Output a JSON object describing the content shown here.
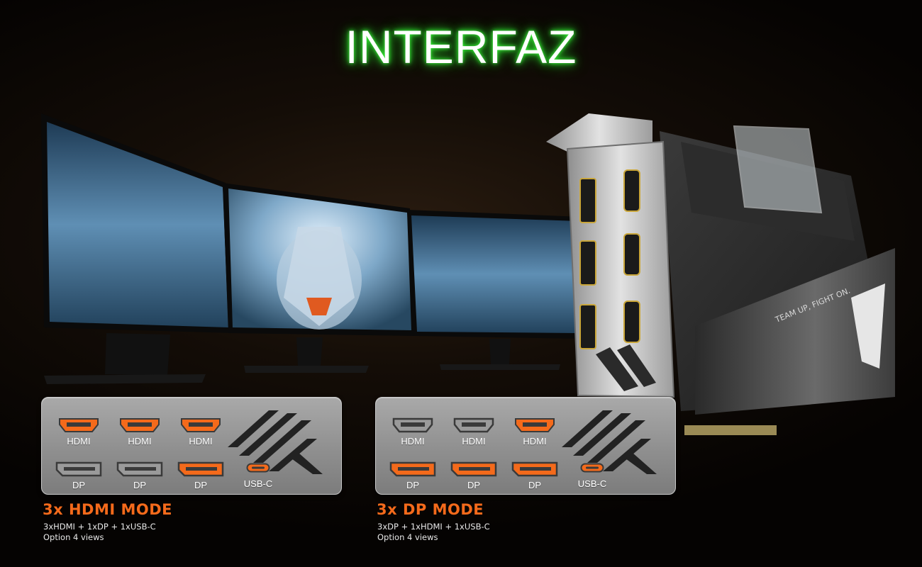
{
  "title": "INTERFAZ",
  "colors": {
    "accent": "#f46a1b",
    "glow": "#3cff3c",
    "panel": "#9a9a9a"
  },
  "card_slogan": "TEAM UP, FIGHT ON.",
  "left_panel": {
    "heading": "3x HDMI MODE",
    "line1": "3xHDMI + 1xDP + 1xUSB-C",
    "line2": "Option 4 views",
    "ports": [
      {
        "label": "HDMI",
        "type": "hdmi",
        "active": true
      },
      {
        "label": "HDMI",
        "type": "hdmi",
        "active": true
      },
      {
        "label": "HDMI",
        "type": "hdmi",
        "active": true
      },
      {
        "label": "DP",
        "type": "dp",
        "active": false
      },
      {
        "label": "DP",
        "type": "dp",
        "active": false
      },
      {
        "label": "DP",
        "type": "dp",
        "active": true
      },
      {
        "label": "USB-C",
        "type": "usbc",
        "active": true
      }
    ]
  },
  "right_panel": {
    "heading": "3x DP MODE",
    "line1": "3xDP + 1xHDMI + 1xUSB-C",
    "line2": "Option 4 views",
    "ports": [
      {
        "label": "HDMI",
        "type": "hdmi",
        "active": false
      },
      {
        "label": "HDMI",
        "type": "hdmi",
        "active": false
      },
      {
        "label": "HDMI",
        "type": "hdmi",
        "active": true
      },
      {
        "label": "DP",
        "type": "dp",
        "active": true
      },
      {
        "label": "DP",
        "type": "dp",
        "active": true
      },
      {
        "label": "DP",
        "type": "dp",
        "active": true
      },
      {
        "label": "USB-C",
        "type": "usbc",
        "active": true
      }
    ]
  }
}
